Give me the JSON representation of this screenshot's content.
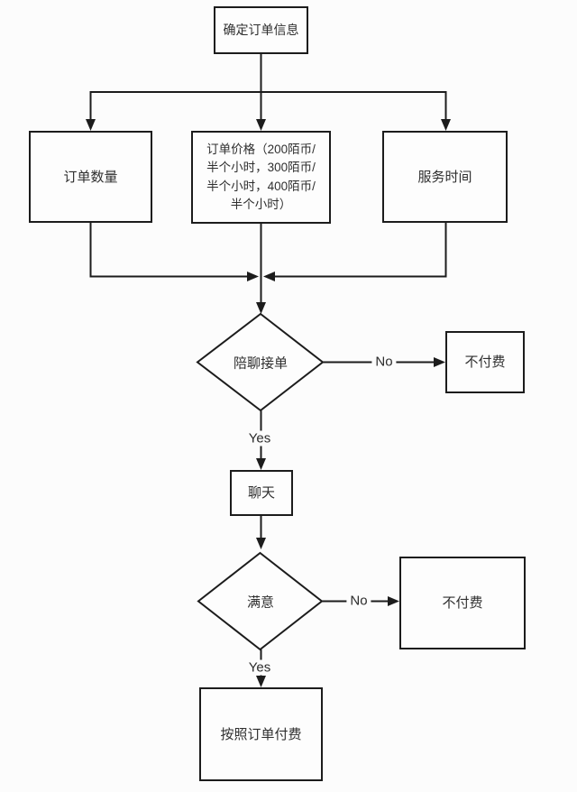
{
  "page": {
    "background": "#fcfcfc",
    "line_color": "#1c1c1c",
    "text_color": "#2f2f2f"
  },
  "nodes": {
    "confirm_order": {
      "label": "确定订单信息"
    },
    "order_quantity": {
      "label": "订单数量"
    },
    "order_price": {
      "label": "订单价格（200陌币/\n半个小时，300陌币/\n半个小时，400陌币/\n半个小时）"
    },
    "service_time": {
      "label": "服务时间"
    },
    "chat_accept": {
      "label": "陪聊接单"
    },
    "no_pay_top": {
      "label": "不付费"
    },
    "chat": {
      "label": "聊天"
    },
    "satisfied": {
      "label": "满意"
    },
    "no_pay_bottom": {
      "label": "不付费"
    },
    "pay_by_order": {
      "label": "按照订单付费"
    }
  },
  "edge_labels": {
    "chat_accept_no": "No",
    "chat_accept_yes": "Yes",
    "satisfied_no": "No",
    "satisfied_yes": "Yes"
  }
}
